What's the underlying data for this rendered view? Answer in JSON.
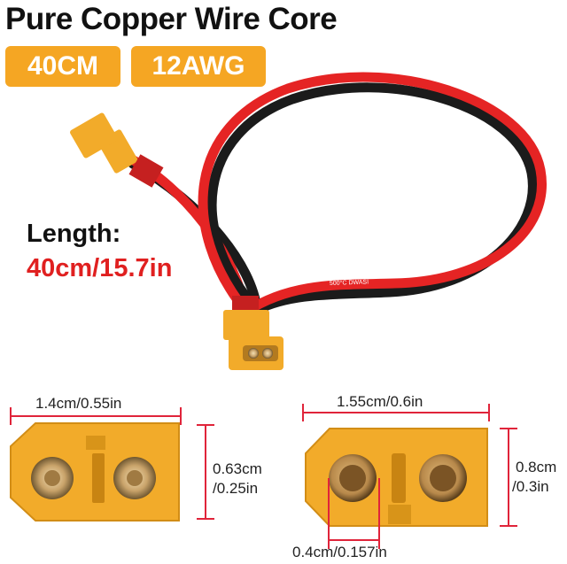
{
  "title": "Pure Copper Wire Core",
  "badges": [
    "40CM",
    "12AWG"
  ],
  "length": {
    "label": "Length:",
    "value": "40cm/15.7in"
  },
  "cable_print": "500°C DWASI",
  "left_connector": {
    "width": "1.4cm/0.55in",
    "height_cm": "0.63cm",
    "height_in": "/0.25in"
  },
  "right_connector": {
    "width": "1.55cm/0.6in",
    "height_cm": "0.8cm",
    "height_in": "/0.3in",
    "pin_spacing": "0.4cm/0.157in"
  },
  "colors": {
    "accent": "#f5a623",
    "connector": "#f2ab2a",
    "red_wire": "#e52424",
    "black_wire": "#1b1b1b",
    "dimension_line": "#e0243a",
    "gold_pin": "#c9a36a"
  }
}
